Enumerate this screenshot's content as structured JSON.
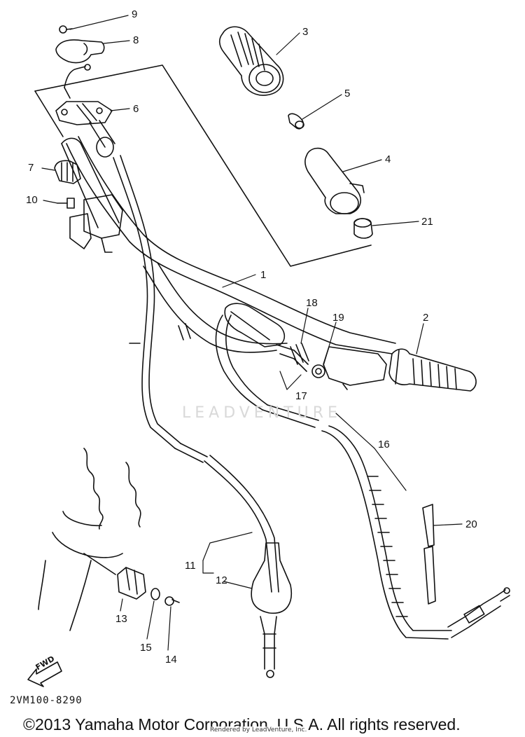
{
  "diagram": {
    "watermark": "LEADVENTURE",
    "diagram_code": "2VM100-8290",
    "fwd_label": "FWD",
    "copyright": "©2013 Yamaha Motor Corporation, U.S.A. All rights reserved.",
    "rendered_by": "Rendered by LeadVenture, Inc.",
    "callouts": [
      "9",
      "8",
      "3",
      "5",
      "6",
      "4",
      "7",
      "10",
      "21",
      "1",
      "18",
      "19",
      "2",
      "17",
      "16",
      "20",
      "11",
      "12",
      "13",
      "15",
      "14"
    ]
  }
}
